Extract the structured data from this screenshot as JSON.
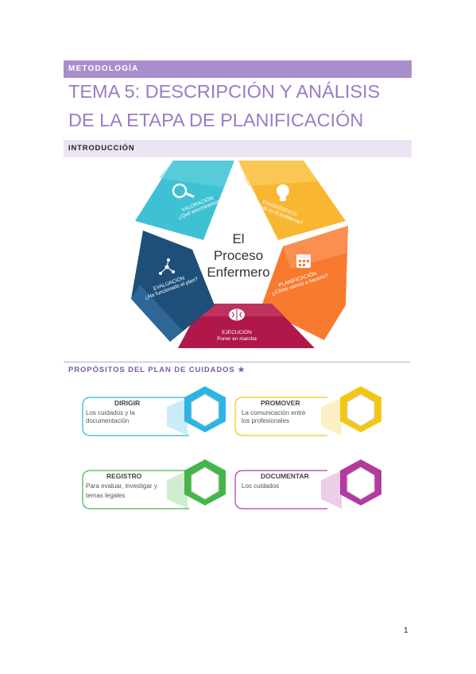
{
  "section": "METODOLOGÍA",
  "title_line1": "TEMA 5: DESCRIPCIÓN Y ANÁLISIS",
  "title_line2": "DE LA ETAPA DE PLANIFICACIÓN",
  "intro_heading": "INTRODUCCIÓN",
  "diagram": {
    "center": [
      "El",
      "Proceso",
      "Enfermero"
    ],
    "segments": [
      {
        "title": "VALORACIÓN",
        "subtitle": "¿Qué encontramos?",
        "icon": "magnifier-icon",
        "color": "#3ec1d3"
      },
      {
        "title": "DIAGNÓSTICO",
        "subtitle": "¿Cuál es el problema?",
        "icon": "lightbulb-icon",
        "color": "#f9b731"
      },
      {
        "title": "PLANIFICACIÓN",
        "subtitle": "¿Cómo vamos a hacerlo?",
        "icon": "calendar-icon",
        "color": "#f87a2f"
      },
      {
        "title": "EJECUCIÓN",
        "subtitle": "Poner en marcha",
        "icon": "brain-icon",
        "color": "#b0184a"
      },
      {
        "title": "EVALUACIÓN",
        "subtitle": "¿Ha funcionado el plan?",
        "icon": "molecule-icon",
        "color": "#1d4f79"
      }
    ]
  },
  "purposes_heading": "PROPÓSITOS DEL PLAN DE CUIDADOS ★",
  "purposes": [
    {
      "title": "DIRIGIR",
      "lines": [
        "Los cuidados y la",
        "documentación"
      ],
      "color": "#2bb5e4"
    },
    {
      "title": "PROMOVER",
      "lines": [
        "La comunicación entre",
        "los profesionales"
      ],
      "color": "#f3c614"
    },
    {
      "title": "REGISTRO",
      "lines": [
        "Para evaluar, investigar y",
        "temas legales"
      ],
      "color": "#44b649"
    },
    {
      "title": "DOCUMENTAR",
      "lines": [
        "Los cuidados"
      ],
      "color": "#b43a9f"
    }
  ],
  "page_number": "1"
}
